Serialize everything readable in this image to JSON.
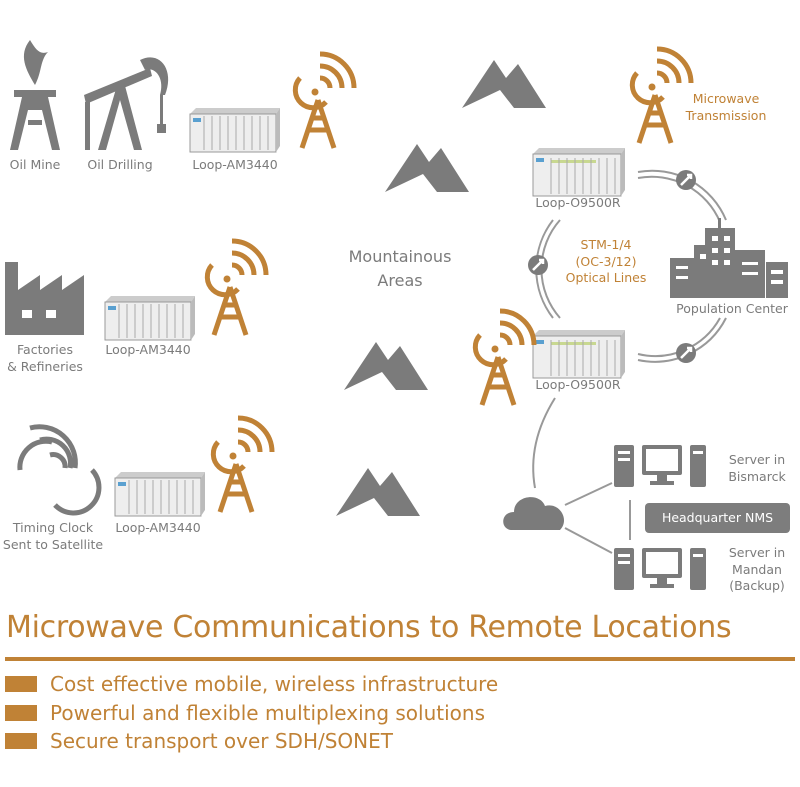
{
  "labels": {
    "oil_mine": "Oil Mine",
    "oil_drilling": "Oil Drilling",
    "am3440_1": "Loop-AM3440",
    "factories_1": "Factories",
    "factories_2": "& Refineries",
    "am3440_2": "Loop-AM3440",
    "timing_1": "Timing Clock",
    "timing_2": "Sent to Satellite",
    "am3440_3": "Loop-AM3440",
    "mountain_1": "Mountainous",
    "mountain_2": "Areas",
    "microwave_1": "Microwave",
    "microwave_2": "Transmission",
    "o9500r_1": "Loop-O9500R",
    "o9500r_2": "Loop-O9500R",
    "stm_1": "STM-1/4",
    "stm_2": "(OC-3/12)",
    "stm_3": "Optical Lines",
    "population": "Population Center",
    "bismarck_1": "Server in",
    "bismarck_2": "Bismarck",
    "nms": "Headquarter NMS",
    "mandan_1": "Server in",
    "mandan_2": "Mandan",
    "mandan_3": "(Backup)"
  },
  "title": "Microwave Communications to Remote Locations",
  "bullets": [
    "Cost effective mobile, wireless infrastructure",
    "Powerful and flexible multiplexing solutions",
    "Secure transport over SDH/SONET"
  ],
  "colors": {
    "accent": "#c08236",
    "grey": "#7b7b7b"
  }
}
